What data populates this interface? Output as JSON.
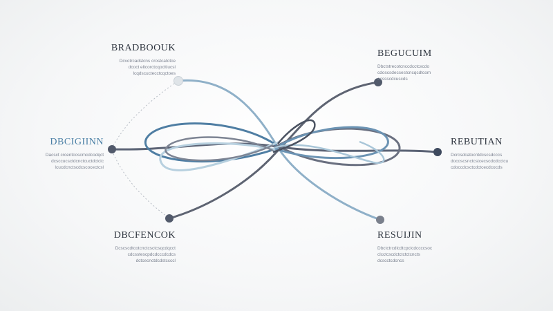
{
  "colors": {
    "background": "#f4f5f6",
    "dark_line": "#5a6070",
    "blue_line": "#5b87aa",
    "light_blue_line": "#a9c6d8",
    "title_text": "#2f3640",
    "accent_title": "#4a7fa5",
    "desc_text": "#7b8290"
  },
  "nodes": {
    "top_left": {
      "title": "BRADBOOUK",
      "lines": [
        "Dcvotrcadstcns crostcatotce",
        "dcoct eltcorctcqocltiucsl",
        "lcqdscuctecctcqctoes"
      ]
    },
    "top_right": {
      "title": "BEGUCUIM",
      "lines": [
        "Dbctstrecotcnccdcctcxcdo",
        "cdoscsdecsestcncqcdtcom",
        "ecssscdcuscds"
      ]
    },
    "mid_left": {
      "title": "DBCIGIINN",
      "lines": [
        "Dacsct crcentcoscmcdcodqct",
        "dcsccucsctdcnctcuctdctcic",
        "lcucdcnctscdcscocectcsl"
      ]
    },
    "mid_right": {
      "title": "REBUTIAN",
      "lines": [
        "Dcrcsdcatocntdcscsdcccs",
        "docoscsnctcstcecscdcdcctcu",
        "cdoccdcsctcdctcecdcocds"
      ]
    },
    "bottom_left": {
      "title": "DBCFENCOK",
      "lines": [
        "Dcscscdtcotcnctcsctcsqcdqcct",
        "cdcsstescpdcdcccdcdcs",
        "dctcecnctdcdstccccl"
      ]
    },
    "bottom_right": {
      "title": "RESUIJIN",
      "lines": [
        "Dbctctrcdlcdtcpclcdccccsoc",
        "clcctcscdctctctctcncts",
        "dcscctcdcncs"
      ]
    }
  }
}
